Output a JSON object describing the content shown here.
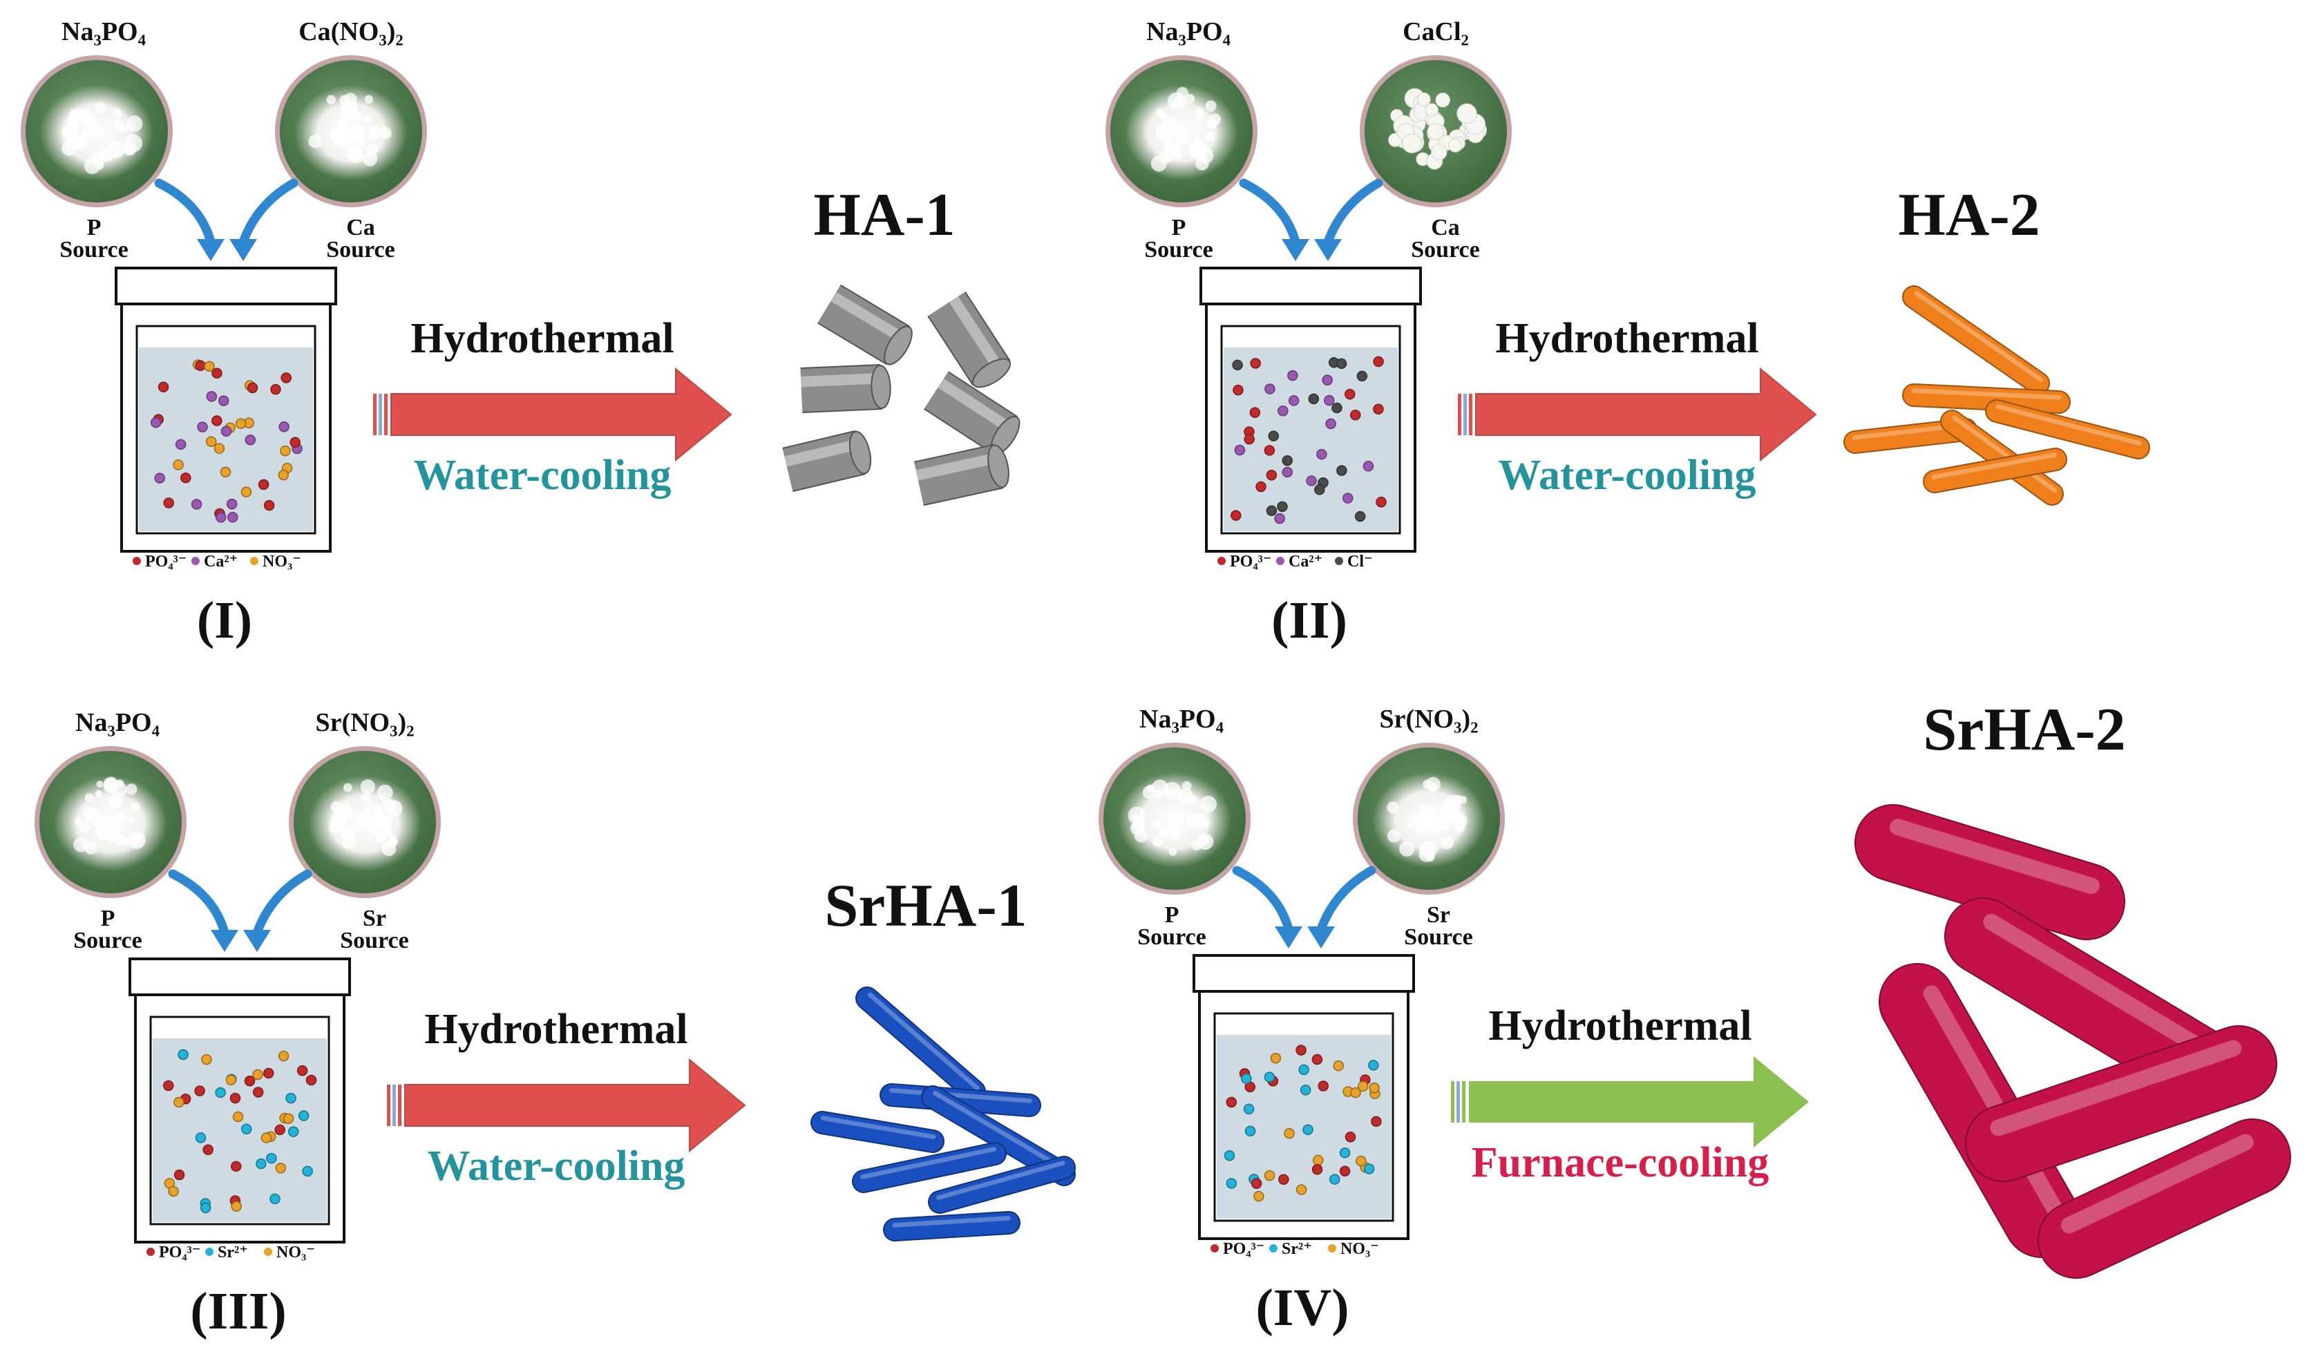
{
  "colors": {
    "arrow_red": "#e0504f",
    "arrow_green": "#8cc152",
    "cyan_text": "#23949b",
    "crimson_text": "#d61f4b",
    "blue_arrow": "#2f88cf",
    "beaker_fluid": "#cfdbe2",
    "dish_green": "#4f7a4c",
    "dish_border": "#c4a4a4",
    "po4_dot": "#c02a2a",
    "ca_dot": "#9a58b0",
    "no3_dot": "#e8a22a",
    "sr_dot": "#23b2d8",
    "cl_dot": "#4a4a4a",
    "rod_gray": "#8c8c8c",
    "rod_orange": "#ef7f1a",
    "rod_blue": "#1a4fbf",
    "rod_crimson": "#c21248"
  },
  "panels": [
    {
      "label": "(I)",
      "p_reagent": "Na₃PO₄",
      "m_reagent": "Ca(NO₃)₂",
      "p_source": [
        "P",
        "Source"
      ],
      "m_source": [
        "Ca",
        "Source"
      ],
      "process": "Hydrothermal",
      "cooling": "Water-cooling",
      "cooling_color": "cyan",
      "arrow_color": "red",
      "product": "HA-1",
      "legend": [
        "PO₄³⁻",
        "Ca²⁺",
        "NO₃⁻"
      ],
      "dot_types": [
        "po4",
        "ca",
        "no3"
      ],
      "rod_style": "gray-short"
    },
    {
      "label": "(II)",
      "p_reagent": "Na₃PO₄",
      "m_reagent": "CaCl₂",
      "p_source": [
        "P",
        "Source"
      ],
      "m_source": [
        "Ca",
        "Source"
      ],
      "process": "Hydrothermal",
      "cooling": "Water-cooling",
      "cooling_color": "cyan",
      "arrow_color": "red",
      "product": "HA-2",
      "legend": [
        "PO₄³⁻",
        "Ca²⁺",
        "Cl⁻"
      ],
      "dot_types": [
        "po4",
        "ca",
        "cl"
      ],
      "rod_style": "orange-thin"
    },
    {
      "label": "(III)",
      "p_reagent": "Na₃PO₄",
      "m_reagent": "Sr(NO₃)₂",
      "p_source": [
        "P",
        "Source"
      ],
      "m_source": [
        "Sr",
        "Source"
      ],
      "process": "Hydrothermal",
      "cooling": "Water-cooling",
      "cooling_color": "cyan",
      "arrow_color": "red",
      "product": "SrHA-1",
      "legend": [
        "PO₄³⁻",
        "Sr²⁺",
        "NO₃⁻"
      ],
      "dot_types": [
        "po4",
        "sr",
        "no3"
      ],
      "rod_style": "blue-thin"
    },
    {
      "label": "(IV)",
      "p_reagent": "Na₃PO₄",
      "m_reagent": "Sr(NO₃)₂",
      "p_source": [
        "P",
        "Source"
      ],
      "m_source": [
        "Sr",
        "Source"
      ],
      "process": "Hydrothermal",
      "cooling": "Furnace-cooling",
      "cooling_color": "crimson",
      "arrow_color": "green",
      "product": "SrHA-2",
      "legend": [
        "PO₄³⁻",
        "Sr²⁺",
        "NO₃⁻"
      ],
      "dot_types": [
        "po4",
        "sr",
        "no3"
      ],
      "rod_style": "crimson-thick"
    }
  ]
}
